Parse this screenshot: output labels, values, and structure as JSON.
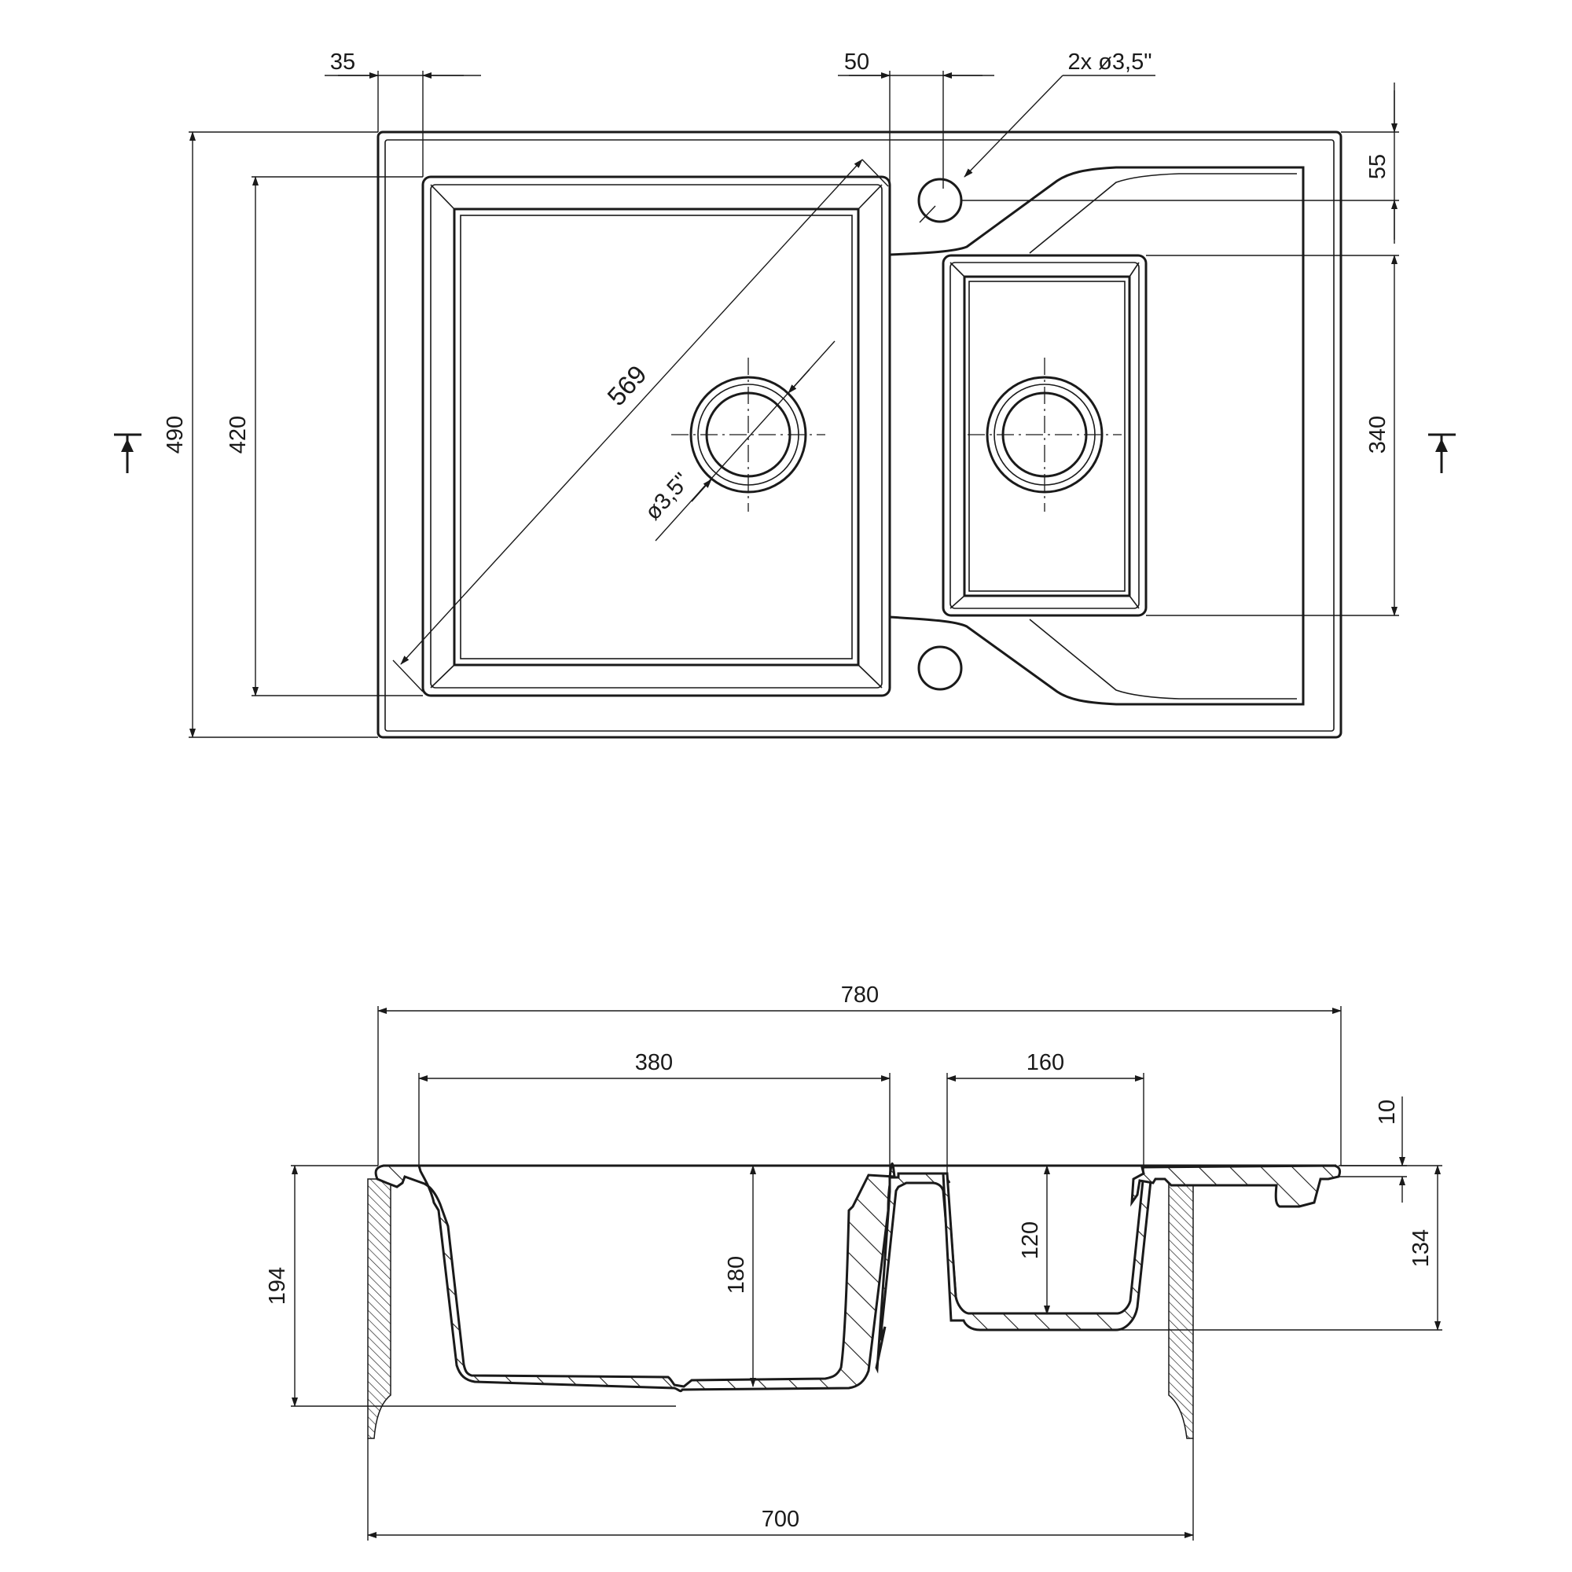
{
  "diagram": {
    "top_view": {
      "dimensions": {
        "left_margin": "35",
        "divider_width": "50",
        "tap_holes": "2x ø3,5\"",
        "right_margin": "55",
        "overall_depth": "490",
        "large_bowl_depth": "420",
        "small_bowl_depth": "340",
        "large_bowl_diagonal": "569",
        "drain_diameter": "ø3,5\""
      }
    },
    "section_view": {
      "dimensions": {
        "overall_width": "780",
        "large_bowl_width": "380",
        "small_bowl_width": "160",
        "rim_thickness": "10",
        "overall_height": "194",
        "large_bowl_height": "180",
        "small_bowl_height": "120",
        "small_section_height": "134",
        "cabinet_width": "700"
      }
    }
  },
  "colors": {
    "line": "#1a1a1a",
    "background": "#ffffff"
  }
}
